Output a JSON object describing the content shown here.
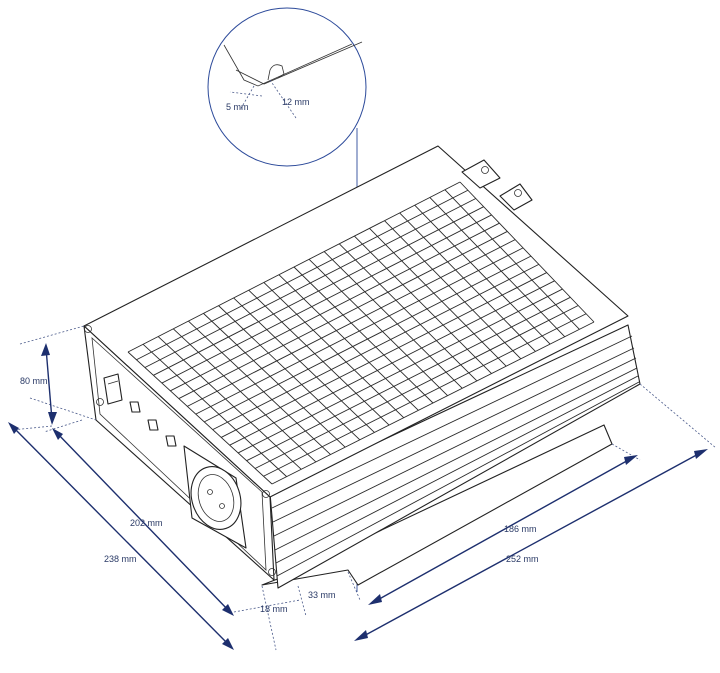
{
  "dimensions": {
    "height": "80 mm",
    "depth_inner": "202 mm",
    "depth_outer": "238 mm",
    "length_inner": "186 mm",
    "length_outer": "252 mm",
    "offset_a": "18 mm",
    "offset_b": "33 mm"
  },
  "detail": {
    "hole_width": "5 mm",
    "hole_offset": "12 mm"
  },
  "colors": {
    "dimension_blue": "#1d2f6e",
    "outline": "#222222"
  }
}
